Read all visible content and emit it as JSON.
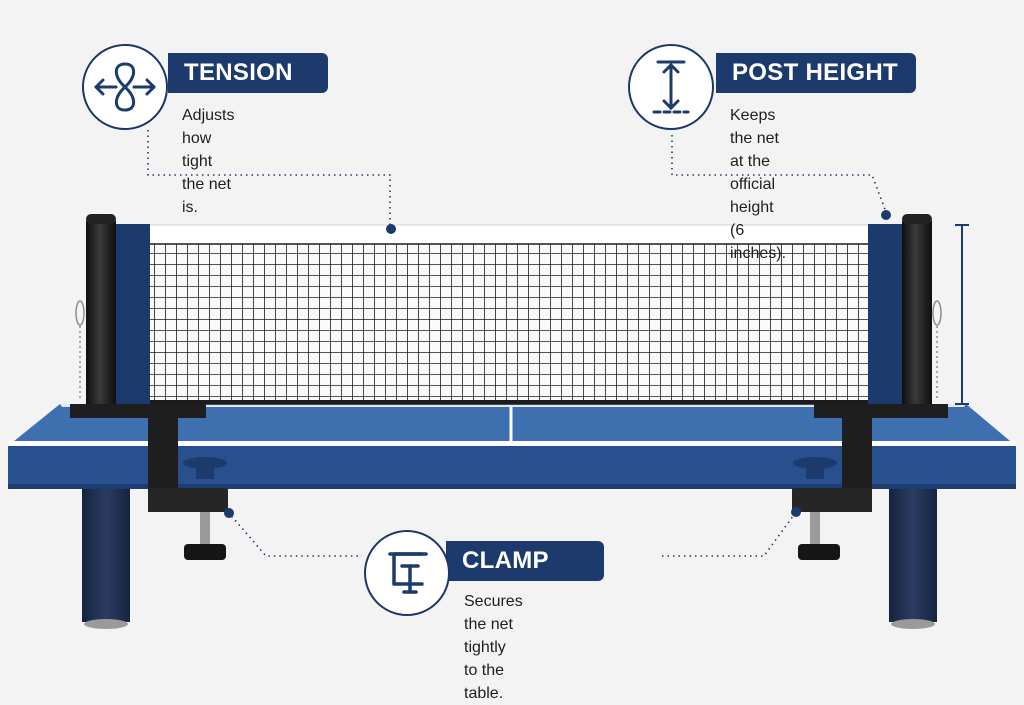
{
  "colors": {
    "navy": "#1d3a6c",
    "table_blue": "#3e6fae",
    "table_edge": "#28508e",
    "post_black": "#1a1a1a",
    "background": "#f3f3f3"
  },
  "callouts": {
    "tension": {
      "icon": "tension-infinity-arrows-icon",
      "title": "TENSION",
      "line1": "Adjusts how tight",
      "line2": "the net is."
    },
    "post_height": {
      "icon": "post-height-measure-icon",
      "title": "POST HEIGHT",
      "line1": "Keeps the net at the",
      "line2": "official height (6 inches)."
    },
    "clamp": {
      "icon": "clamp-icon",
      "title": "CLAMP",
      "line1": "Secures the net tightly",
      "line2": "to the table."
    }
  }
}
